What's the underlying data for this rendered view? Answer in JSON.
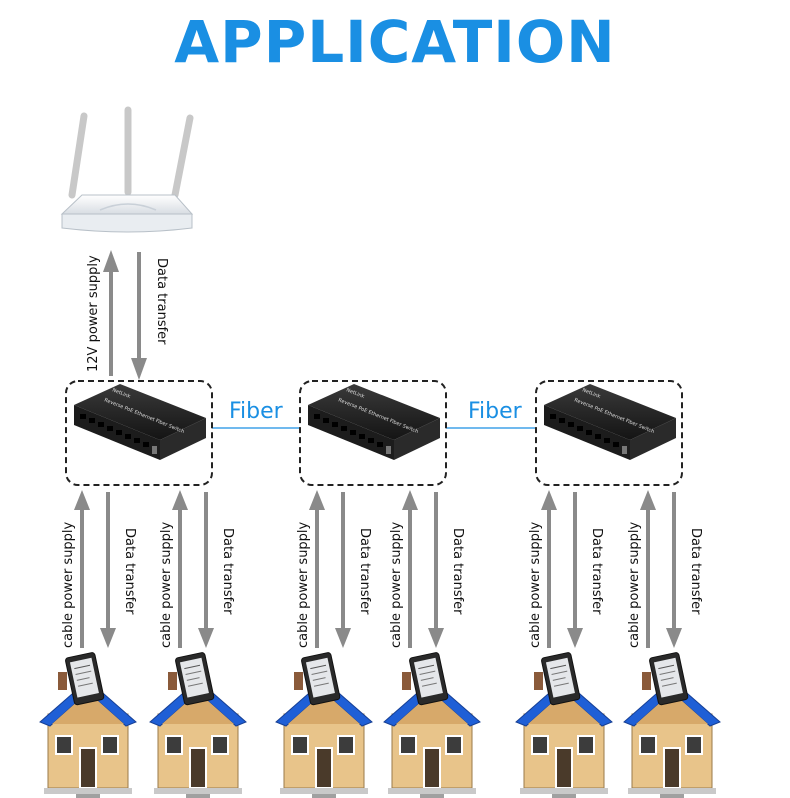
{
  "title": "APPLICATION",
  "colors": {
    "title": "#1a8fe3",
    "fiber": "#1a8fe3",
    "arrow": "#8a8a8a",
    "roof": "#1f5fd6",
    "wall": "#e8c48a"
  },
  "router": {
    "icon": "wifi-router-icon",
    "up_label": "12V power supply",
    "down_label": "Data transfer"
  },
  "fiber_links": [
    {
      "label": "Fiber"
    },
    {
      "label": "Fiber"
    }
  ],
  "switches": [
    {
      "icon": "fiber-switch-icon",
      "brand": "NetLink",
      "model": "Reverse PoE Ethernet Fiber Switch"
    },
    {
      "icon": "fiber-switch-icon",
      "brand": "NetLink",
      "model": "Reverse PoE Ethernet Fiber Switch"
    },
    {
      "icon": "fiber-switch-icon",
      "brand": "NetLink",
      "model": "Reverse PoE Ethernet Fiber Switch"
    }
  ],
  "links": [
    {
      "up": "cable power supply",
      "down": "Data transfer"
    },
    {
      "up": "cable power supply",
      "down": "Data transfer"
    },
    {
      "up": "cable power supply",
      "down": "Data transfer"
    },
    {
      "up": "cable power supply",
      "down": "Data transfer"
    },
    {
      "up": "cable power supply",
      "down": "Data transfer"
    },
    {
      "up": "cable power supply",
      "down": "Data transfer"
    }
  ],
  "houses": [
    {
      "icon": "house-with-onu-icon"
    },
    {
      "icon": "house-with-onu-icon"
    },
    {
      "icon": "house-with-onu-icon"
    },
    {
      "icon": "house-with-onu-icon"
    },
    {
      "icon": "house-with-onu-icon"
    },
    {
      "icon": "house-with-onu-icon"
    }
  ]
}
